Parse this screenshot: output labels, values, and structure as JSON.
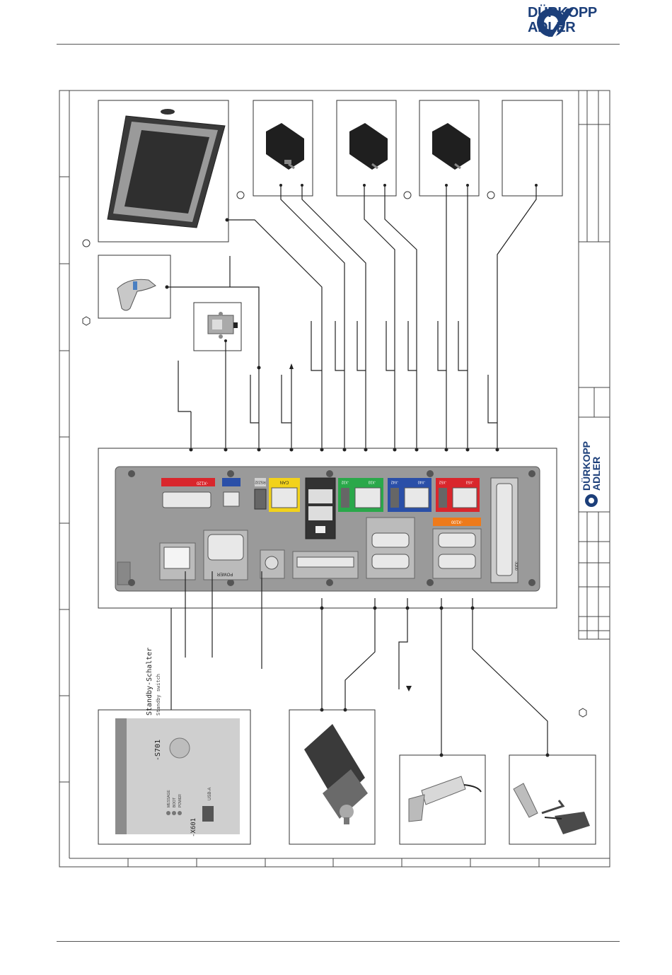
{
  "header": {
    "brand_line1": "DÜRKOPP",
    "brand_line2": "ADLER",
    "brand_color": "#1c3f7a"
  },
  "title_block": {
    "brand_line1": "DÜRKOPP",
    "brand_line2": "ADLER"
  },
  "controller": {
    "connector_labels": {
      "x120": "-X120",
      "rs232": "RS232",
      "can": "CAN",
      "x32a": "-X32",
      "x33": "-X33",
      "x42": "-X42",
      "x40": "-X40",
      "x52": "-X52",
      "x53": "-X53",
      "x100": "-X100",
      "x200": "-X200",
      "power": "POWER"
    },
    "colors": {
      "red": "#d9262c",
      "blue": "#2a4fa8",
      "yellow": "#f2d21b",
      "green": "#2aa84a",
      "orange": "#ee7a1b",
      "housing": "#9a9a9a"
    }
  },
  "detail": {
    "standby_label_de": "Standby-Schalter",
    "standby_label_en": "Standby switch",
    "s701": "-S701",
    "x601": "-X601",
    "usb": "USB-A",
    "led_labels": [
      "MESSAGE",
      "BOOT",
      "POWER"
    ]
  },
  "icons": [
    "touch-panel-icon",
    "barcode-scanner-icon",
    "stepper-motor-icon",
    "sewing-motor-icon",
    "sensor-icon",
    "pedal-switch-icon"
  ]
}
